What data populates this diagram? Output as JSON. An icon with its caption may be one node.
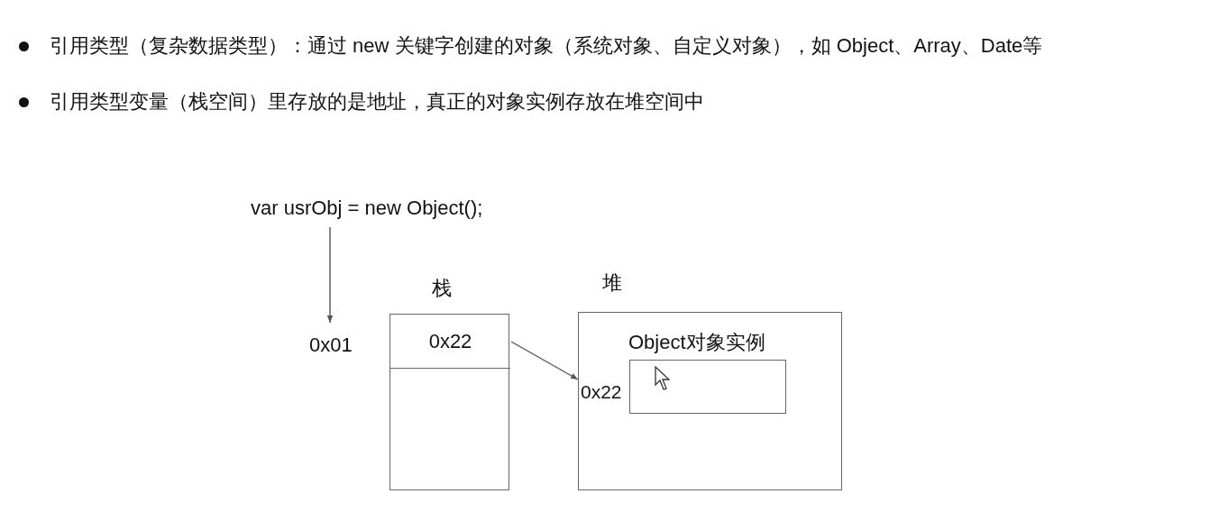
{
  "diagram": {
    "nodes": [
      {
        "text": [
          "var  usrObj = new Object();"
        ]
      },
      {
        "text": [
          "0x01"
        ]
      },
      {
        "text": [
          "栈"
        ]
      },
      {
        "text": [
          "0x22"
        ],
        "in": 2
      },
      {
        "text": [
          "堆"
        ]
      },
      {
        "text": [
          "Object对象实例"
        ],
        "in": 4,
        "beside": [
          "0x22"
        ]
      }
    ],
    "edges": [
      {
        "from": 0,
        "to": 1,
        "arrow": "to"
      },
      {
        "from": 3,
        "to": 4,
        "arrow": "to"
      }
    ],
    "labels": [
      "引用类型（复杂数据类型）：通过 new 关键字创建的对象（系统对象、自定义对象），如 Object、Array、Date等",
      "引用类型变量（栈空间）里存放的是地址，真正的对象实例存放在堆空间中"
    ]
  }
}
